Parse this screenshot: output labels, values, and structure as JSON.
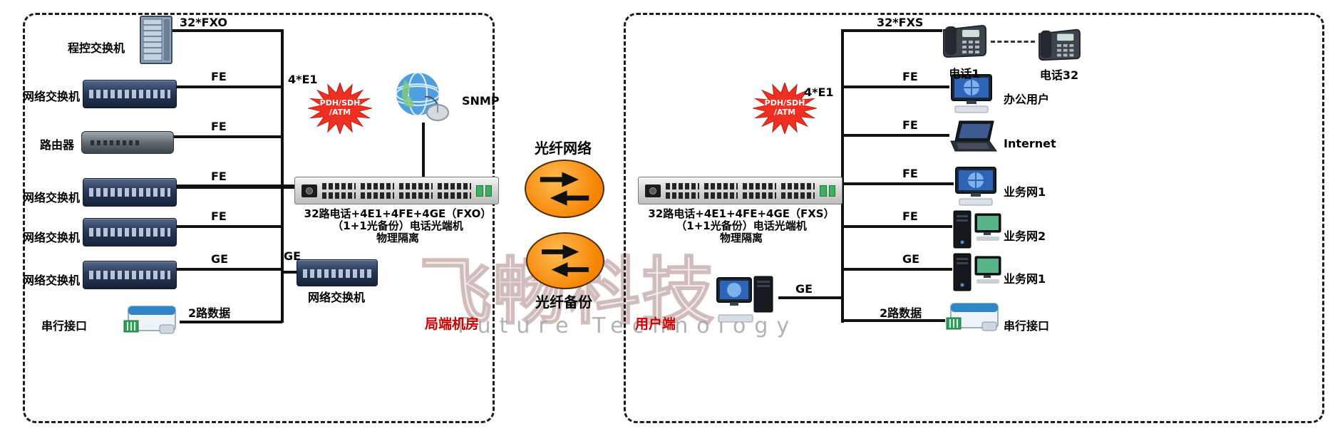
{
  "watermark": {
    "logo": "飞畅科技",
    "subtitle": "Future Technology"
  },
  "starburst": {
    "line1": "PDH/SDH",
    "line2": "/ATM"
  },
  "left": {
    "zone": "局端机房",
    "e1": "4*E1",
    "snmp": "SNMP",
    "mux_caption": [
      "32路电话+4E1+4FE+4GE（FXO）",
      "（1+1光备份）电话光端机",
      "物理隔离"
    ],
    "rows": [
      {
        "label": "程控交换机",
        "link": "32*FXO"
      },
      {
        "label": "网络交换机",
        "link": "FE"
      },
      {
        "label": "路由器",
        "link": "FE"
      },
      {
        "label": "网络交换机",
        "link": "FE"
      },
      {
        "label": "网络交换机",
        "link": "FE"
      },
      {
        "label": "网络交换机",
        "link": "GE"
      },
      {
        "label": "串行接口",
        "link": "2路数据"
      }
    ],
    "extra_switch": {
      "label": "网络交换机",
      "link": "GE"
    }
  },
  "center": {
    "fiber_main": "光纤网络",
    "fiber_backup": "光纤备份"
  },
  "right": {
    "zone": "用户端",
    "e1": "4*E1",
    "fxs": "32*FXS",
    "mux_caption": [
      "32路电话+4E1+4FE+4GE（FXS）",
      "（1+1光备份）电话光端机",
      "物理隔离"
    ],
    "phones": [
      {
        "label": "电话1"
      },
      {
        "label": "电话32"
      }
    ],
    "rows": [
      {
        "label": "办公用户",
        "link": "FE"
      },
      {
        "label": "Internet",
        "link": "FE"
      },
      {
        "label": "业务网1",
        "link": "FE"
      },
      {
        "label": "业务网2",
        "link": "FE"
      },
      {
        "label": "业务网1",
        "link": "GE"
      },
      {
        "label": "串行接口",
        "link": "2路数据"
      }
    ],
    "workstation_link": "GE"
  }
}
